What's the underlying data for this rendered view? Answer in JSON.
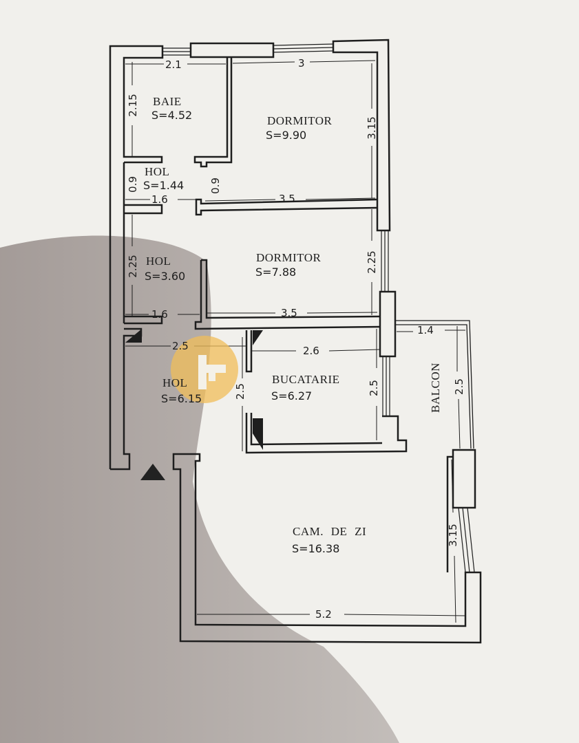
{
  "plan": {
    "type": "apartment floor plan",
    "rooms": [
      {
        "id": "baie",
        "name": "BAIE",
        "area": "S=4.52"
      },
      {
        "id": "dormitor1",
        "name": "DORMITOR",
        "area": "S=9.90"
      },
      {
        "id": "hol1",
        "name": "HOL",
        "area": "S=1.44"
      },
      {
        "id": "hol2",
        "name": "HOL",
        "area": "S=3.60"
      },
      {
        "id": "dormitor2",
        "name": "DORMITOR",
        "area": "S=7.88"
      },
      {
        "id": "hol3",
        "name": "HOL",
        "area": "S=6.15"
      },
      {
        "id": "bucatarie",
        "name": "BUCATARIE",
        "area": "S=6.27"
      },
      {
        "id": "balcon",
        "name": "BALCON",
        "area": ""
      },
      {
        "id": "camera_de_zi",
        "name": "CAM. DE ZI",
        "area": "S=16.38"
      }
    ],
    "dimensions": {
      "baie_width": "2.1",
      "baie_height": "2.15",
      "dormitor1_width": "3",
      "dormitor1_height": "3.15",
      "hol1_height_left": "0.9",
      "hol1_height_right": "0.9",
      "hol1_width": "1.6",
      "dormitor1_bottom": "3.5",
      "hol2_height": "2.25",
      "dormitor2_height": "2.25",
      "hol2_width": "1.6",
      "dormitor2_width": "3.5",
      "hol3_width": "2.5",
      "hol3_height": "2.5",
      "bucatarie_width": "2.6",
      "bucatarie_height": "2.5",
      "balcon_width": "1.4",
      "balcon_height": "2.5",
      "camera_height": "3.15",
      "camera_width": "5.2"
    },
    "colors": {
      "paper": "#f1f0ec",
      "ink": "#1e1e1e",
      "watermark": "#f0be5a"
    }
  }
}
